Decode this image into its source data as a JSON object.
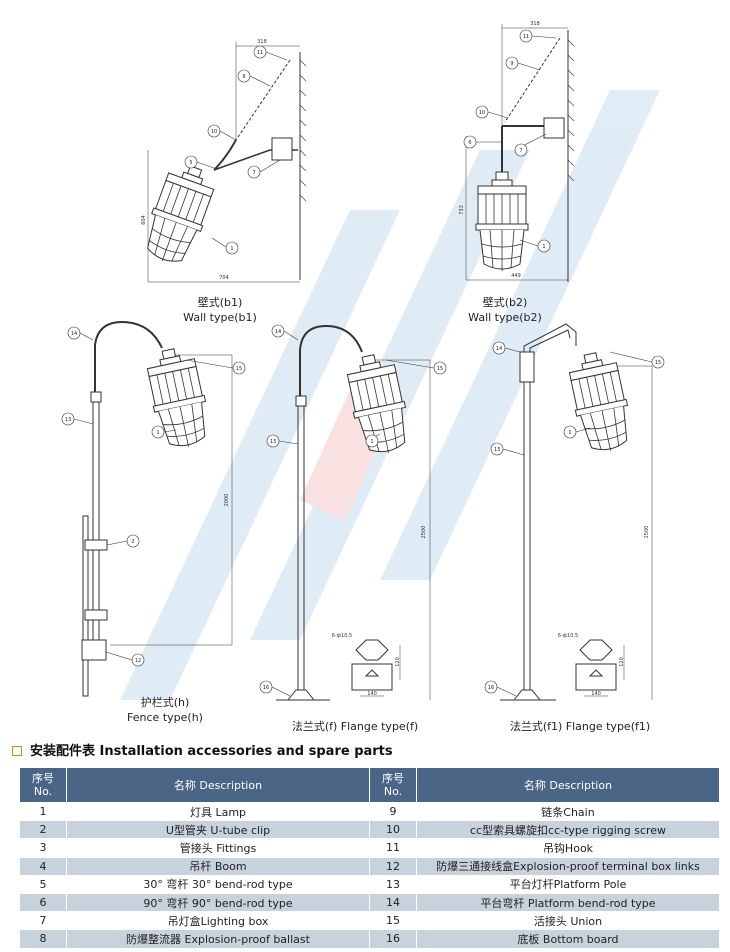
{
  "drawings": {
    "b1": {
      "caption_cn": "壁式(b1)",
      "caption_en": "Wall type(b1)",
      "dims": {
        "top": "318",
        "height": "604",
        "bottom": "704"
      }
    },
    "b2": {
      "caption_cn": "壁式(b2)",
      "caption_en": "Wall type(b2)",
      "dims": {
        "top": "318",
        "height": "733",
        "bottom": "449"
      }
    },
    "h": {
      "caption_cn": "护栏式(h)",
      "caption_en": "Fence type(h)",
      "dims": {
        "height": "2000"
      }
    },
    "f": {
      "caption_cn": "法兰式(f) Flange type(f)",
      "dims": {
        "height": "2500",
        "holes": "6-ф10.5",
        "h120": "120",
        "w140": "140"
      }
    },
    "f1": {
      "caption_cn": "法兰式(f1) Flange type(f1)",
      "dims": {
        "height": "2500",
        "holes": "6-ф10.5",
        "h120": "120",
        "w140": "140"
      }
    },
    "balloons": {
      "n1": "1",
      "n2": "2",
      "n5": "5",
      "n6": "6",
      "n7": "7",
      "n9": "9",
      "n10": "10",
      "n11": "11",
      "n12": "12",
      "n13": "13",
      "n14": "14",
      "n15": "15",
      "n16": "16"
    }
  },
  "section": {
    "title": "安装配件表 Installation accessories and spare parts"
  },
  "table": {
    "headers": {
      "no_cn": "序号",
      "no_en": "No.",
      "desc": "名称 Description"
    },
    "rows": [
      {
        "n1": "1",
        "d1": "灯具 Lamp",
        "n2": "9",
        "d2": "链条Chain"
      },
      {
        "n1": "2",
        "d1": "U型管夹 U-tube clip",
        "n2": "10",
        "d2": "cc型索具螺旋扣cc-type rigging screw"
      },
      {
        "n1": "3",
        "d1": "管接头 Fittings",
        "n2": "11",
        "d2": "吊钩Hook"
      },
      {
        "n1": "4",
        "d1": "吊杆 Boom",
        "n2": "12",
        "d2": "防爆三通接线盒Explosion-proof terminal box links"
      },
      {
        "n1": "5",
        "d1": "30° 弯杆 30° bend-rod type",
        "n2": "13",
        "d2": "平台灯杆Platform Pole"
      },
      {
        "n1": "6",
        "d1": "90° 弯杆 90° bend-rod type",
        "n2": "14",
        "d2": "平台弯杆 Platform bend-rod type"
      },
      {
        "n1": "7",
        "d1": "吊灯盒Lighting box",
        "n2": "15",
        "d2": "活接头 Union"
      },
      {
        "n1": "8",
        "d1": "防爆整流器 Explosion-proof ballast",
        "n2": "16",
        "d2": "底板 Bottom board"
      }
    ]
  },
  "colors": {
    "header_bg": "#4a6585",
    "stripe": "#c7d2dd",
    "section_marker": "#e08a00",
    "line": "#333333"
  }
}
